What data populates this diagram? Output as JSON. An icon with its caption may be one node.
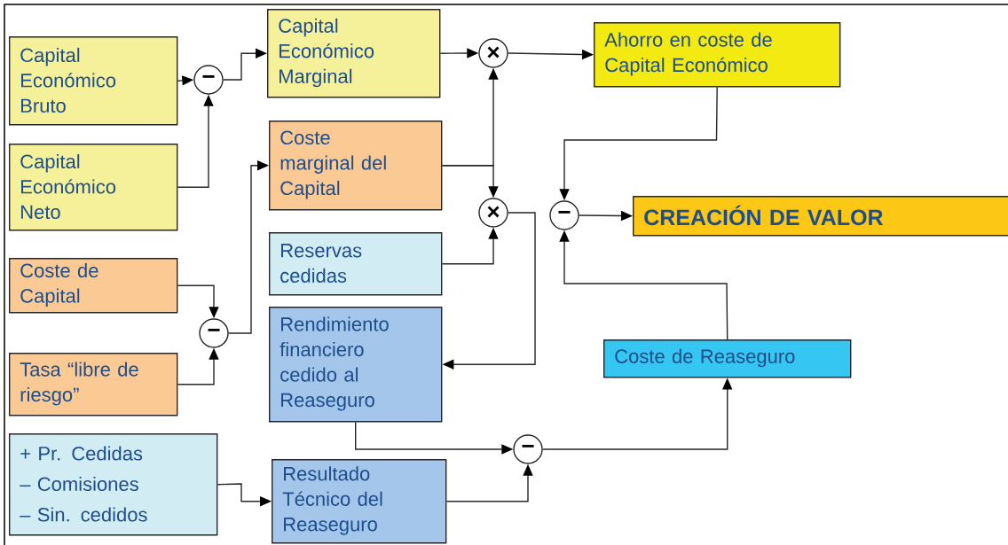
{
  "diagram": {
    "nodes": [
      {
        "text": [
          "Capital Económico Bruto"
        ]
      },
      {
        "text": [
          "Capital Económico Neto"
        ]
      },
      {
        "text": [
          "Coste de Capital"
        ]
      },
      {
        "text": [
          "Tasa “libre de riesgo”"
        ]
      },
      {
        "text": [
          "+ Pr. Cedidas",
          "– Comisiones",
          "– Sin. cedidos"
        ]
      },
      {
        "text": [
          "−"
        ]
      },
      {
        "text": [
          "−"
        ]
      },
      {
        "text": [
          "Capital Económico Marginal"
        ]
      },
      {
        "text": [
          "Coste marginal del Capital"
        ]
      },
      {
        "text": [
          "Reservas cedidas"
        ]
      },
      {
        "text": [
          "Rendimiento financiero cedido al Reaseguro"
        ]
      },
      {
        "text": [
          "Resultado Técnico del Reaseguro"
        ]
      },
      {
        "text": [
          "×"
        ]
      },
      {
        "text": [
          "×"
        ]
      },
      {
        "text": [
          "Ahorro en coste de Capital Económico"
        ]
      },
      {
        "text": [
          "−"
        ]
      },
      {
        "text": [
          "CREACIÓN DE VALOR"
        ]
      },
      {
        "text": [
          "Coste de Reaseguro"
        ]
      },
      {
        "text": [
          "−"
        ]
      }
    ],
    "edges": [
      {
        "from": 0,
        "to": 5,
        "arrow": "to"
      },
      {
        "from": 1,
        "to": 5,
        "arrow": "to"
      },
      {
        "from": 5,
        "to": 7,
        "arrow": "to"
      },
      {
        "from": 2,
        "to": 6,
        "arrow": "to"
      },
      {
        "from": 3,
        "to": 6,
        "arrow": "to"
      },
      {
        "from": 6,
        "to": 8,
        "arrow": "to"
      },
      {
        "from": 7,
        "to": 12,
        "arrow": "to"
      },
      {
        "from": 8,
        "to": 12,
        "arrow": "to"
      },
      {
        "from": 8,
        "to": 13,
        "arrow": "to"
      },
      {
        "from": 9,
        "to": 13,
        "arrow": "to"
      },
      {
        "from": 12,
        "to": 14,
        "arrow": "to"
      },
      {
        "from": 13,
        "to": 10,
        "arrow": "to"
      },
      {
        "from": 14,
        "to": 15,
        "arrow": "to"
      },
      {
        "from": 15,
        "to": 16,
        "arrow": "to"
      },
      {
        "from": 10,
        "to": 18,
        "arrow": "to"
      },
      {
        "from": 11,
        "to": 18,
        "arrow": "to"
      },
      {
        "from": 18,
        "to": 17,
        "arrow": "to"
      },
      {
        "from": 17,
        "to": 15,
        "arrow": "to"
      },
      {
        "from": 4,
        "to": 11,
        "arrow": "to"
      }
    ]
  }
}
